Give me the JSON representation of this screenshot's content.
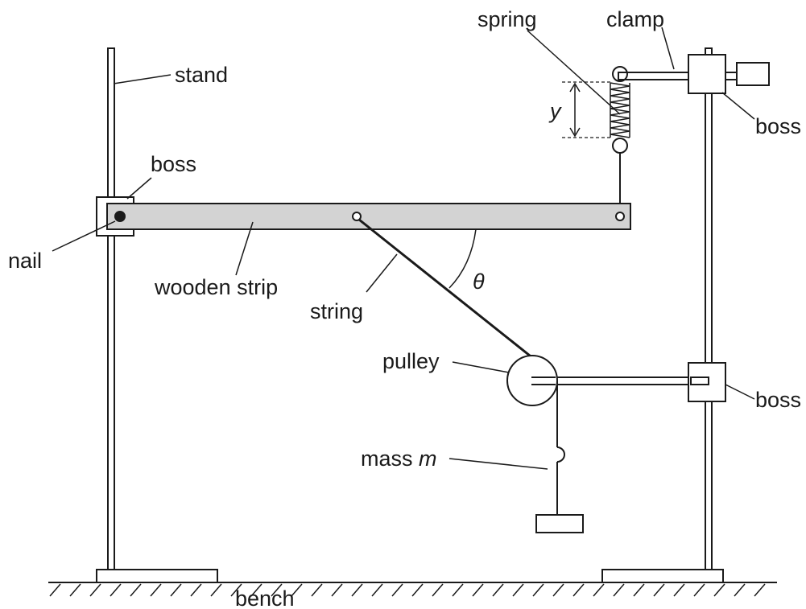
{
  "labels": {
    "stand": "stand",
    "spring": "spring",
    "clamp": "clamp",
    "boss_top_right": "boss",
    "boss_left": "boss",
    "boss_middle_right": "boss",
    "y": "y",
    "nail": "nail",
    "wooden_strip": "wooden strip",
    "theta": "θ",
    "string": "string",
    "pulley": "pulley",
    "mass_prefix": "mass ",
    "mass_symbol": "m",
    "bench": "bench"
  },
  "colors": {
    "strip_fill": "#d3d3d3",
    "line": "#1a1a1a",
    "background": "#ffffff"
  }
}
